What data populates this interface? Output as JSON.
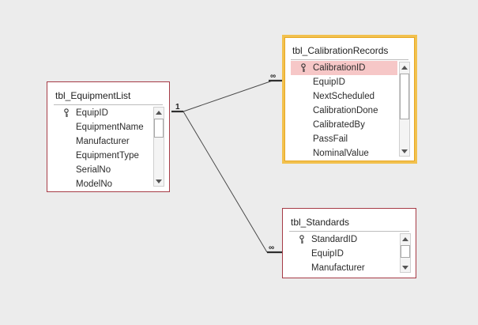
{
  "relationships": [
    {
      "from_label": "1",
      "to_label": "∞"
    },
    {
      "from_label": "",
      "to_label": "∞"
    }
  ],
  "tables": [
    {
      "title": "tbl_CalibrationRecords",
      "selected": true,
      "fields": [
        {
          "name": "CalibrationID",
          "primary_key": true,
          "highlight": true
        },
        {
          "name": "EquipID",
          "primary_key": false,
          "highlight": false
        },
        {
          "name": "NextScheduled",
          "primary_key": false,
          "highlight": false
        },
        {
          "name": "CalibrationDone",
          "primary_key": false,
          "highlight": false
        },
        {
          "name": "CalibratedBy",
          "primary_key": false,
          "highlight": false
        },
        {
          "name": "PassFail",
          "primary_key": false,
          "highlight": false
        },
        {
          "name": "NominalValue",
          "primary_key": false,
          "highlight": false
        }
      ]
    },
    {
      "title": "tbl_EquipmentList",
      "selected": false,
      "fields": [
        {
          "name": "EquipID",
          "primary_key": true,
          "highlight": false
        },
        {
          "name": "EquipmentName",
          "primary_key": false,
          "highlight": false
        },
        {
          "name": "Manufacturer",
          "primary_key": false,
          "highlight": false
        },
        {
          "name": "EquipmentType",
          "primary_key": false,
          "highlight": false
        },
        {
          "name": "SerialNo",
          "primary_key": false,
          "highlight": false
        },
        {
          "name": "ModelNo",
          "primary_key": false,
          "highlight": false
        }
      ]
    },
    {
      "title": "tbl_Standards",
      "selected": false,
      "fields": [
        {
          "name": "StandardID",
          "primary_key": true,
          "highlight": false
        },
        {
          "name": "EquipID",
          "primary_key": false,
          "highlight": false
        },
        {
          "name": "Manufacturer",
          "primary_key": false,
          "highlight": false
        }
      ]
    }
  ],
  "colors": {
    "canvas": "#ececec",
    "table_border": "#a63b46",
    "selected_border": "#f2c14e",
    "field_highlight": "#f6c7c7",
    "line": "#4a4a4a"
  },
  "icons": {
    "primary_key": "key-icon",
    "scroll_up": "triangle-up-icon",
    "scroll_down": "triangle-down-icon"
  }
}
